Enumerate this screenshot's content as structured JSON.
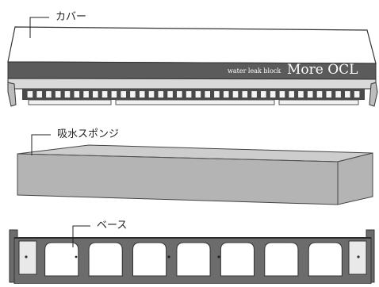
{
  "parts": {
    "cover": {
      "label": "カバー"
    },
    "sponge": {
      "label": "吸水スポンジ"
    },
    "base": {
      "label": "ベース"
    }
  },
  "product": {
    "tagline": "water leak block",
    "name": "More OCL"
  },
  "colors": {
    "cover_top": "#ffffff",
    "cover_band": "#5b5b5b",
    "cover_outline": "#333333",
    "teeth_dark": "#4a4a4a",
    "teeth_light": "#f4f4f4",
    "sponge_front": "#b4b4b4",
    "sponge_top": "#cdcdcd",
    "base_frame": "#6c6c6c",
    "base_window": "#ffffff"
  },
  "counts": {
    "cover_teeth": 36,
    "base_windows": 7
  }
}
